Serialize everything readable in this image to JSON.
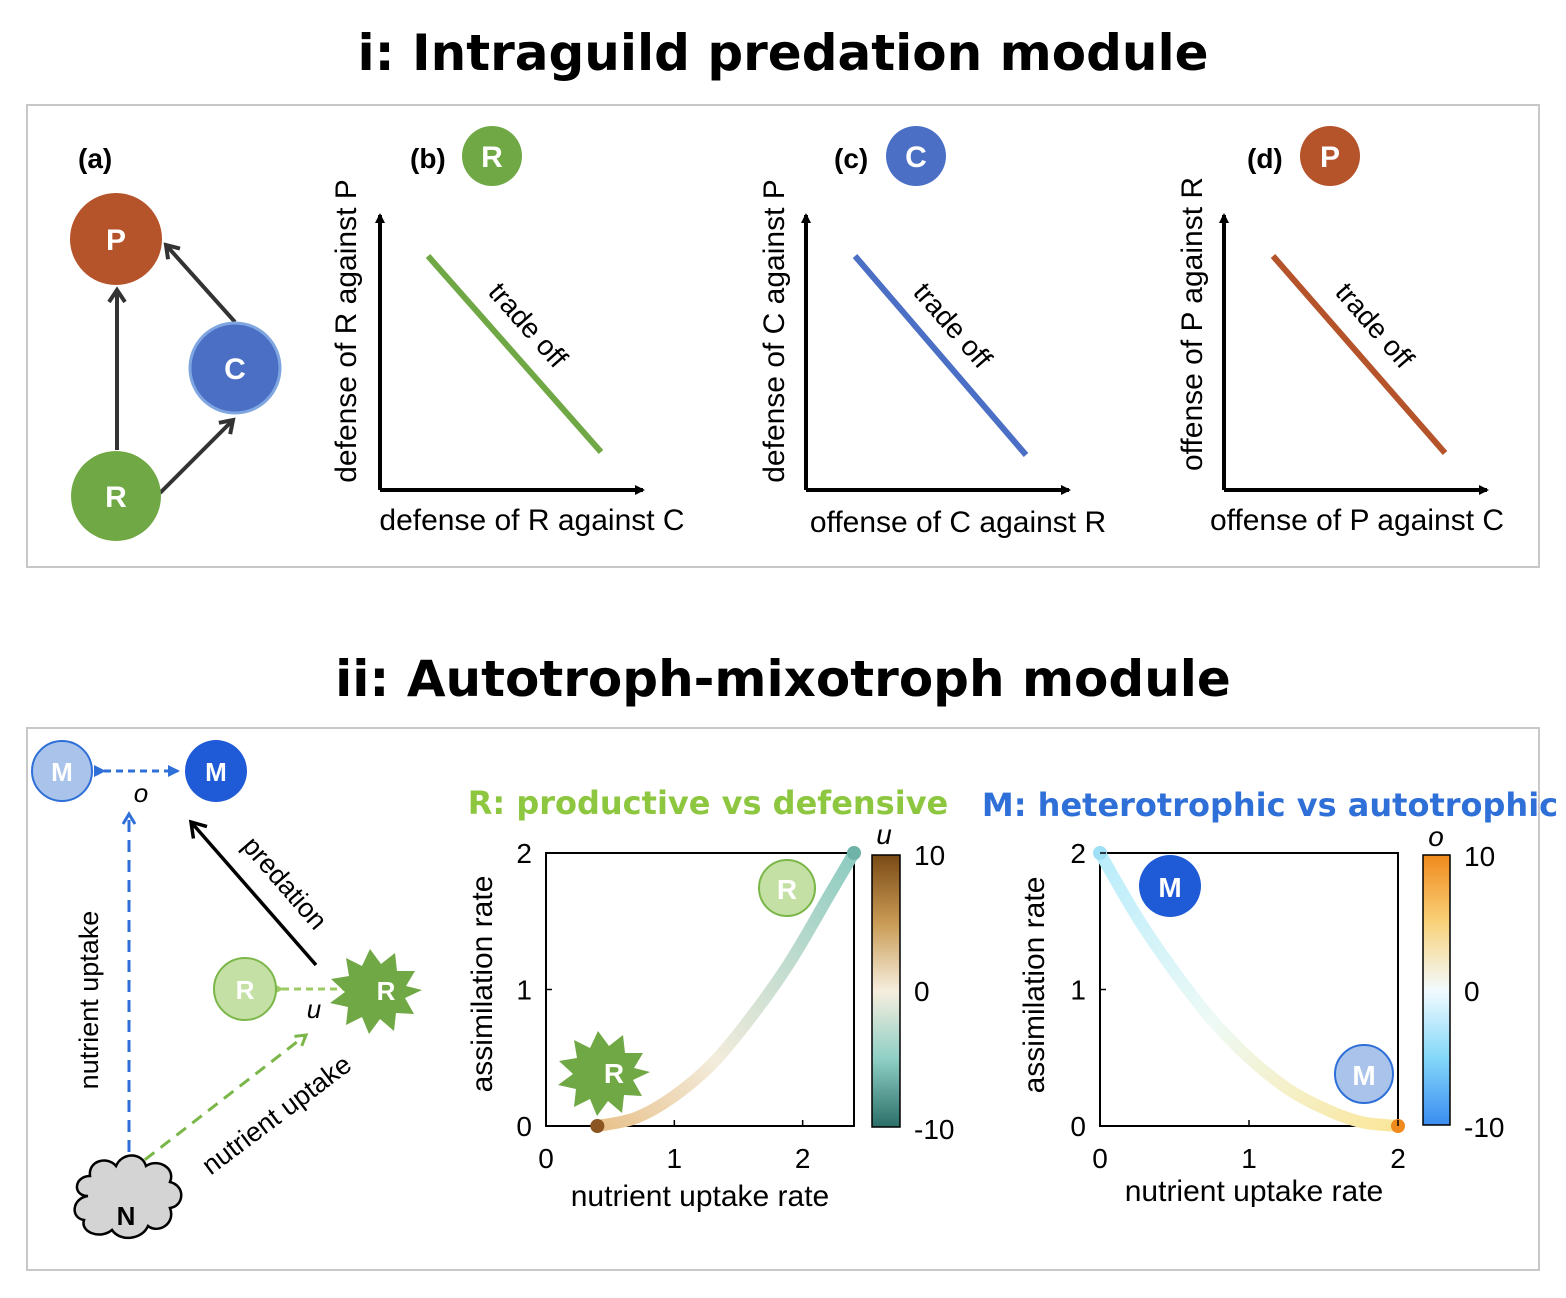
{
  "section1": {
    "title": "i: Intraguild predation module",
    "panel_a": {
      "label": "(a)",
      "nodes": {
        "P": "P",
        "C": "C",
        "R": "R"
      }
    },
    "panel_b": {
      "label": "(b)",
      "badge": "R",
      "ylabel": "defense of R against P",
      "xlabel": "defense of R against C",
      "line_label": "trade off",
      "color": "#70a845"
    },
    "panel_c": {
      "label": "(c)",
      "badge": "C",
      "ylabel": "defense of C against P",
      "xlabel": "offense of C against R",
      "line_label": "trade off",
      "color": "#4a6fc4"
    },
    "panel_d": {
      "label": "(d)",
      "badge": "P",
      "ylabel": "offense of P against R",
      "xlabel": "offense of P against C",
      "line_label": "trade off",
      "color": "#b5532b"
    }
  },
  "section2": {
    "title": "ii: Autotroph-mixotroph module",
    "diagram": {
      "m_left": "M",
      "m_right": "M",
      "o": "o",
      "r_left": "R",
      "r_right": "R",
      "u": "u",
      "n": "N",
      "nutrient_uptake_1": "nutrient uptake",
      "nutrient_uptake_2": "nutrient uptake",
      "predation": "predation"
    },
    "chart_R": {
      "title": "R: productive vs defensive",
      "title_color": "#8dc63f",
      "xlabel": "nutrient uptake rate",
      "ylabel": "assimilation rate",
      "xticks": [
        "0",
        "1",
        "2"
      ],
      "yticks": [
        "0",
        "1",
        "2"
      ],
      "colorbar_label": "u",
      "colorbar_ticks": [
        "10",
        "0",
        "-10"
      ],
      "marker_top": "R",
      "marker_bottom": "R"
    },
    "chart_M": {
      "title": "M: heterotrophic vs autotrophic",
      "title_color": "#2f6fd8",
      "xlabel": "nutrient uptake rate",
      "ylabel": "assimilation rate",
      "xticks": [
        "0",
        "1",
        "2"
      ],
      "yticks": [
        "0",
        "1",
        "2"
      ],
      "colorbar_label": "o",
      "colorbar_ticks": [
        "10",
        "0",
        "-10"
      ],
      "marker_top": "M",
      "marker_bottom": "M"
    }
  },
  "chart_data": [
    {
      "type": "line",
      "title": "R: productive vs defensive",
      "xlabel": "nutrient uptake rate",
      "ylabel": "assimilation rate",
      "xlim": [
        0,
        2.4
      ],
      "ylim": [
        0,
        2
      ],
      "colorbar": {
        "label": "u",
        "range": [
          -10,
          10
        ]
      },
      "series": [
        {
          "x": [
            0.4,
            0.7,
            1.0,
            1.3,
            1.6,
            1.9,
            2.2,
            2.4
          ],
          "y": [
            0.0,
            0.06,
            0.22,
            0.46,
            0.8,
            1.2,
            1.68,
            2.0
          ]
        }
      ]
    },
    {
      "type": "line",
      "title": "M: heterotrophic vs autotrophic",
      "xlabel": "nutrient uptake rate",
      "ylabel": "assimilation rate",
      "xlim": [
        0,
        2
      ],
      "ylim": [
        0,
        2
      ],
      "colorbar": {
        "label": "o",
        "range": [
          -10,
          10
        ]
      },
      "series": [
        {
          "x": [
            0.0,
            0.25,
            0.5,
            0.75,
            1.0,
            1.25,
            1.5,
            1.75,
            2.0
          ],
          "y": [
            2.0,
            1.53,
            1.13,
            0.78,
            0.5,
            0.28,
            0.13,
            0.03,
            0.0
          ]
        }
      ]
    }
  ]
}
